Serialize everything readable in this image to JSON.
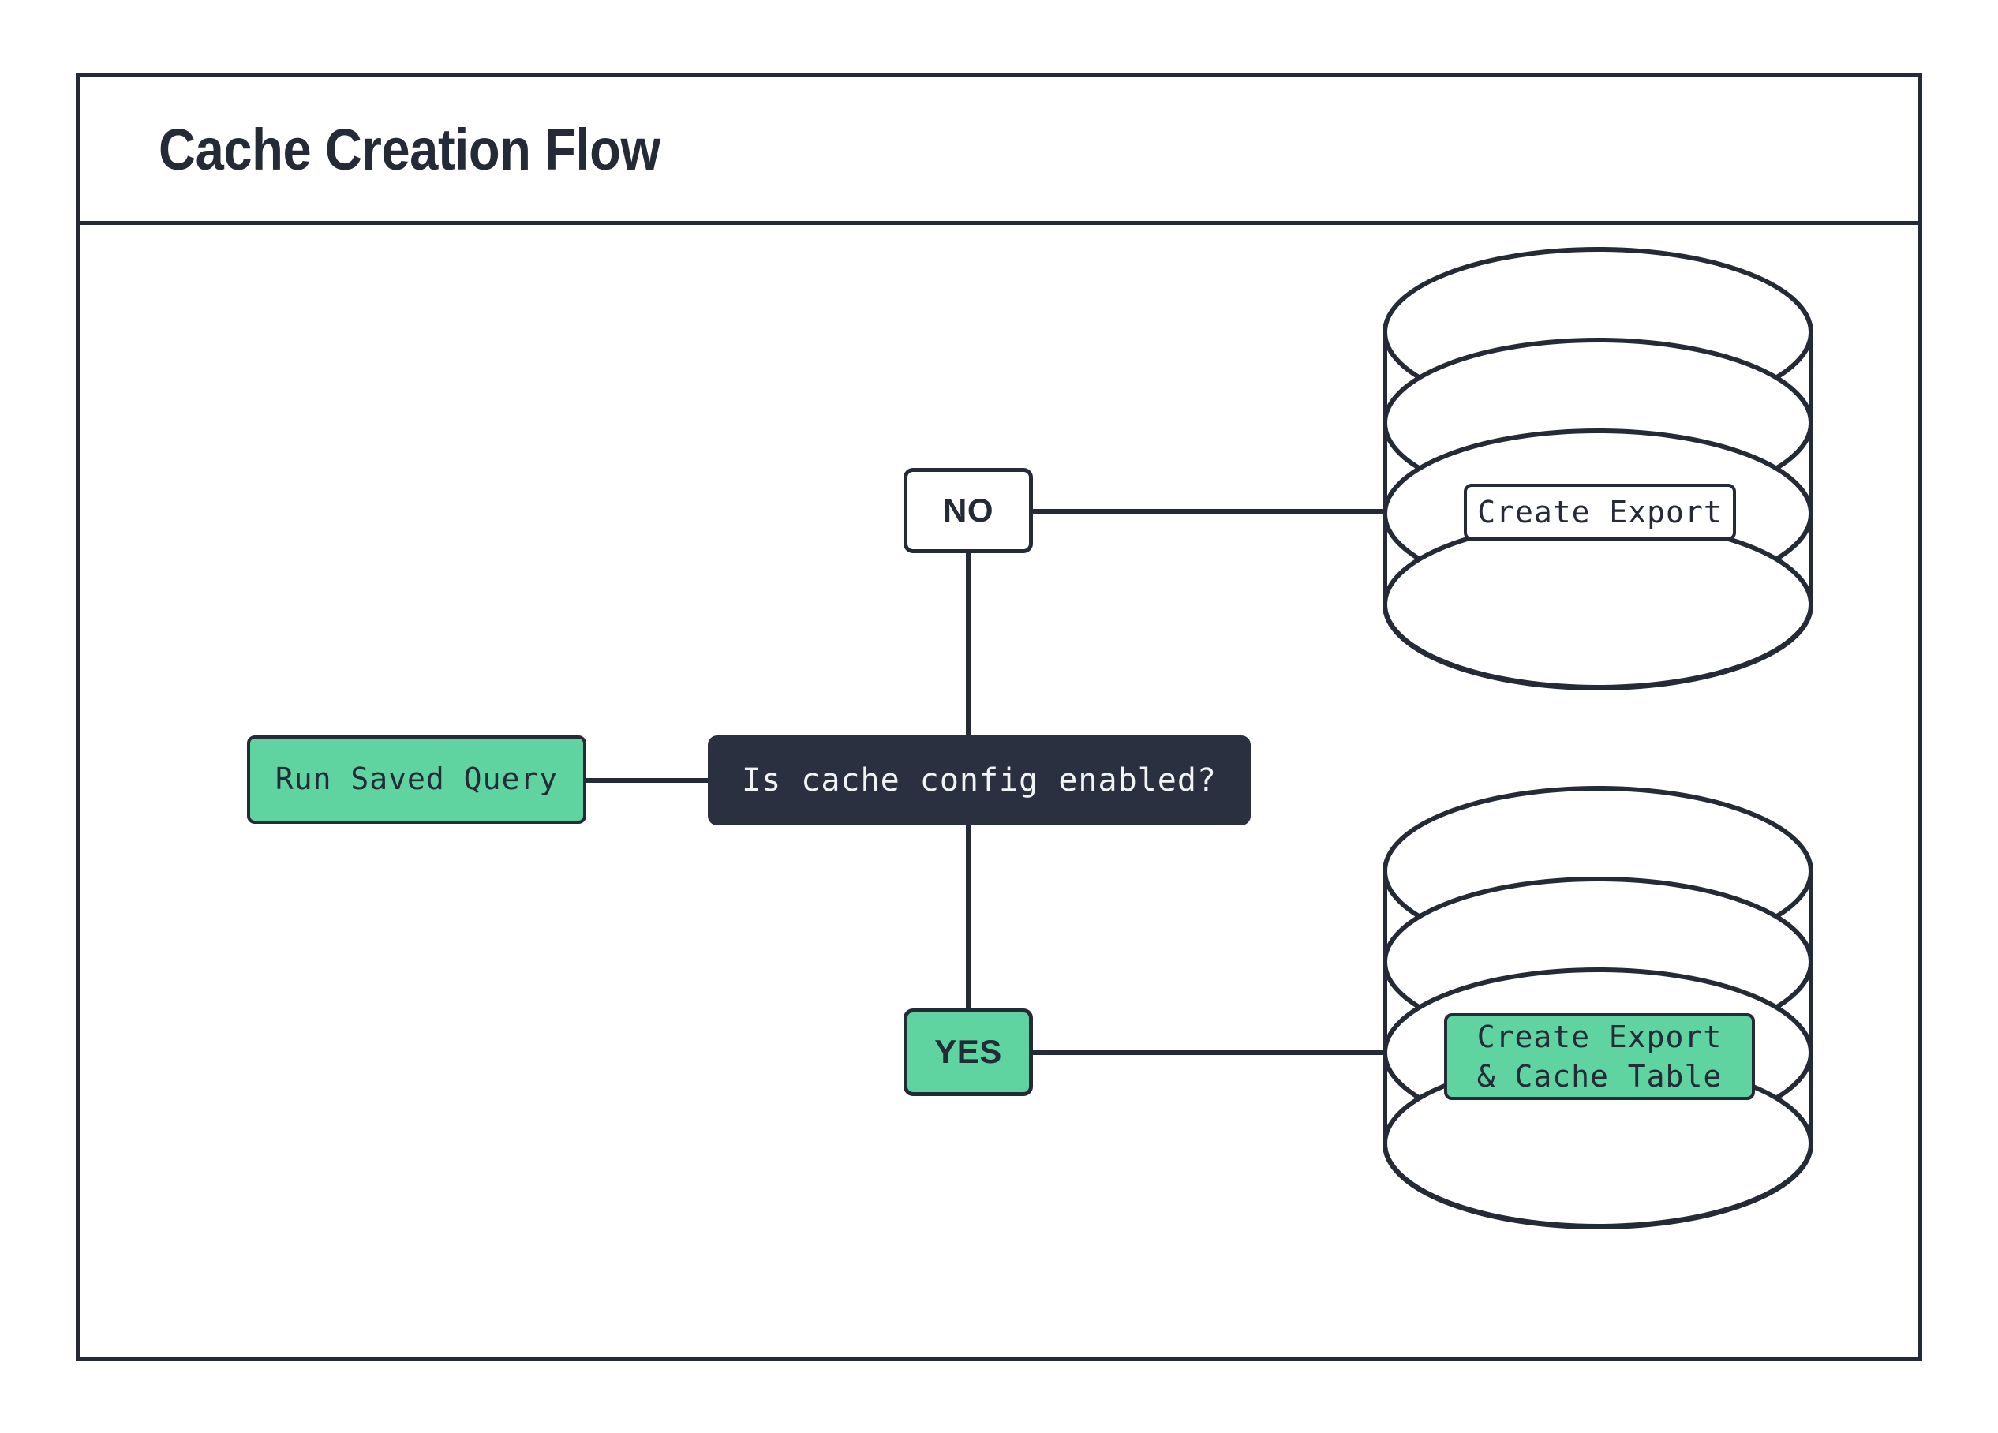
{
  "diagram": {
    "title": "Cache Creation Flow",
    "colors": {
      "ink": "#252A37",
      "decision_fill": "#2B3040",
      "decision_text": "#F2F3F5",
      "accent_green": "#5FD4A0",
      "page_background": "#FFFFFF"
    },
    "nodes": {
      "start": {
        "label": "Run Saved Query",
        "shape": "rounded-rect",
        "fill": "green"
      },
      "decision": {
        "label": "Is cache config enabled?",
        "shape": "rounded-rect",
        "fill": "dark"
      },
      "branch_no": {
        "label": "NO",
        "shape": "rounded-rect",
        "fill": "white"
      },
      "branch_yes": {
        "label": "YES",
        "shape": "rounded-rect",
        "fill": "green"
      },
      "database_no": {
        "label": "Create Export",
        "shape": "database-cylinder",
        "fill": "white"
      },
      "database_yes": {
        "label": "Create Export\n& Cache Table",
        "shape": "database-cylinder",
        "fill": "green"
      }
    },
    "edges": [
      {
        "from": "start",
        "to": "decision",
        "label": ""
      },
      {
        "from": "decision",
        "to": "branch_no",
        "label": ""
      },
      {
        "from": "branch_no",
        "to": "database_no",
        "label": ""
      },
      {
        "from": "decision",
        "to": "branch_yes",
        "label": ""
      },
      {
        "from": "branch_yes",
        "to": "database_yes",
        "label": ""
      }
    ]
  }
}
